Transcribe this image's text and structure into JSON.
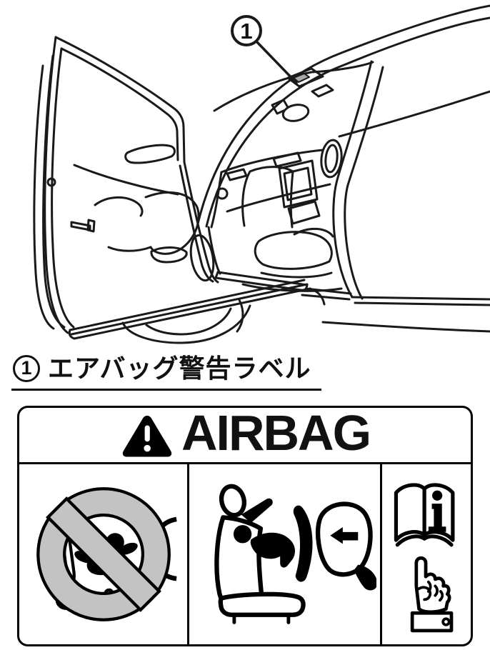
{
  "figure": {
    "illustration": "car-open-front-door-interior-line-drawing",
    "callout": {
      "number": "1",
      "target": "airbag-warning-label-on-sun-visor"
    }
  },
  "caption": {
    "marker_number": "1",
    "text": "エアバッグ警告ラベル"
  },
  "warning_label": {
    "title": "AIRBAG",
    "header_icon": "warning-triangle-icon",
    "panels": [
      {
        "icon": "prohibition-rear-facing-child-seat-icon"
      },
      {
        "icon": "child-seat-airbag-deployment-icon"
      },
      {
        "icon": "read-owners-manual-pointing-hand-icon"
      }
    ]
  },
  "colors": {
    "line": "#1a1a1a",
    "prohibition_gray": "#c3c3c3",
    "visor_label_gray": "#a9a9a9"
  }
}
